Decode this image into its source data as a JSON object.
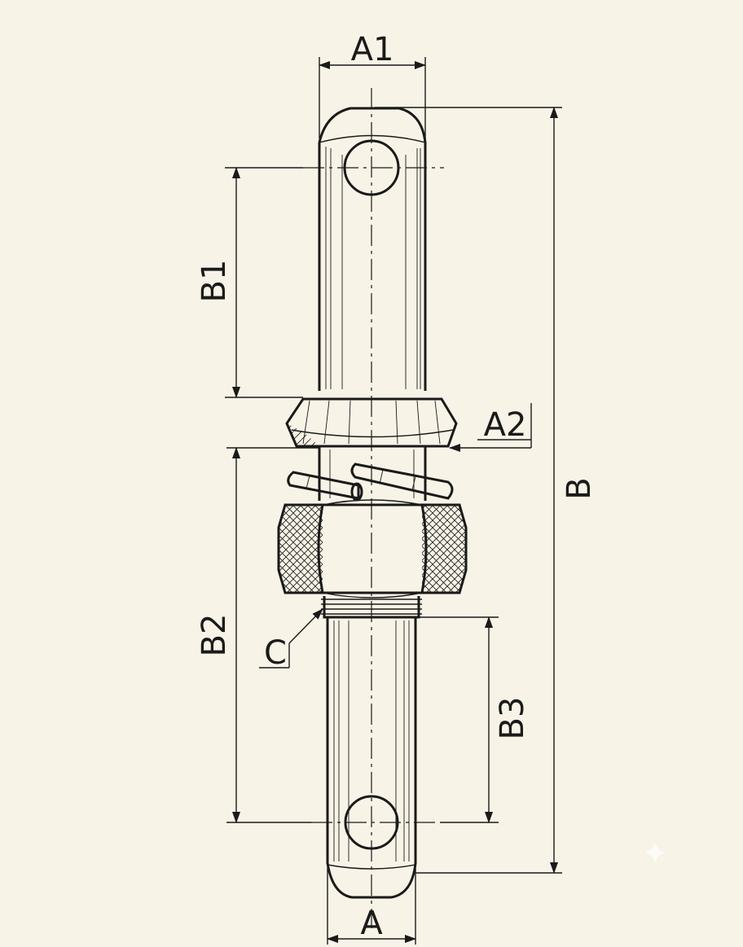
{
  "diagram": {
    "labels": {
      "A1": "A1",
      "A2": "A2",
      "A": "A",
      "B": "B",
      "B1": "B1",
      "B2": "B2",
      "B3": "B3",
      "C": "C"
    },
    "colors": {
      "paper": "#f7f3e6",
      "ink": "#1a1a1a"
    }
  }
}
